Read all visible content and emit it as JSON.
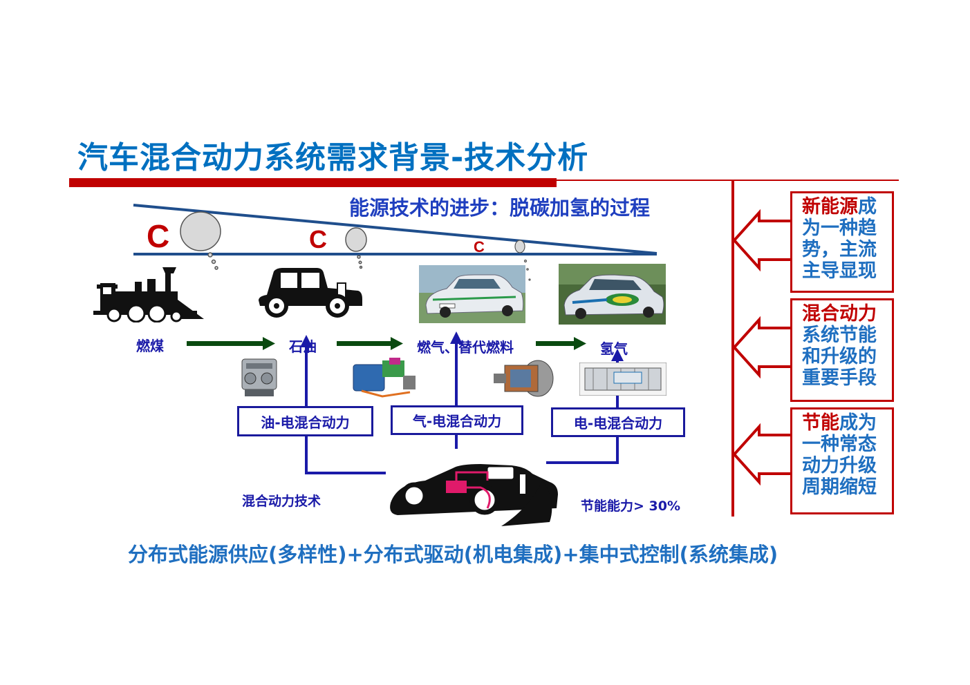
{
  "title": "汽车混合动力系统需求背景-技术分析",
  "subtitle": "能源技术的进步：脱碳加氢的过程",
  "carbon": {
    "c1": "C",
    "c2": "C",
    "c3": "C"
  },
  "fuels": {
    "coal": "燃煤",
    "oil": "石油",
    "gas": "燃气、替代燃料",
    "hydrogen": "氢气"
  },
  "hybrids": {
    "oil_electric": "油-电混合动力",
    "gas_electric": "气-电混合动力",
    "elec_electric": "电-电混合动力"
  },
  "hybrid_tech_label": "混合动力技术",
  "energy_saving_label": "节能能力> 30%",
  "bottom_text": "分布式能源供应(多样性)+分布式驱动(机电集成)+集中式控制(系统集成)",
  "right_boxes": [
    {
      "red": "新能源",
      "rest": "成为一种趋势，主流主导显现"
    },
    {
      "red": "混合动力",
      "rest": "系统节能和升级的重要手段"
    },
    {
      "red": "节能",
      "rest": "成为一种常态动力升级周期缩短"
    }
  ],
  "colors": {
    "title": "#0070c0",
    "accent_red": "#c00000",
    "navy": "#1a1aa8",
    "arrow_green": "#0a4a10",
    "line_blue": "#1f4e8c"
  }
}
